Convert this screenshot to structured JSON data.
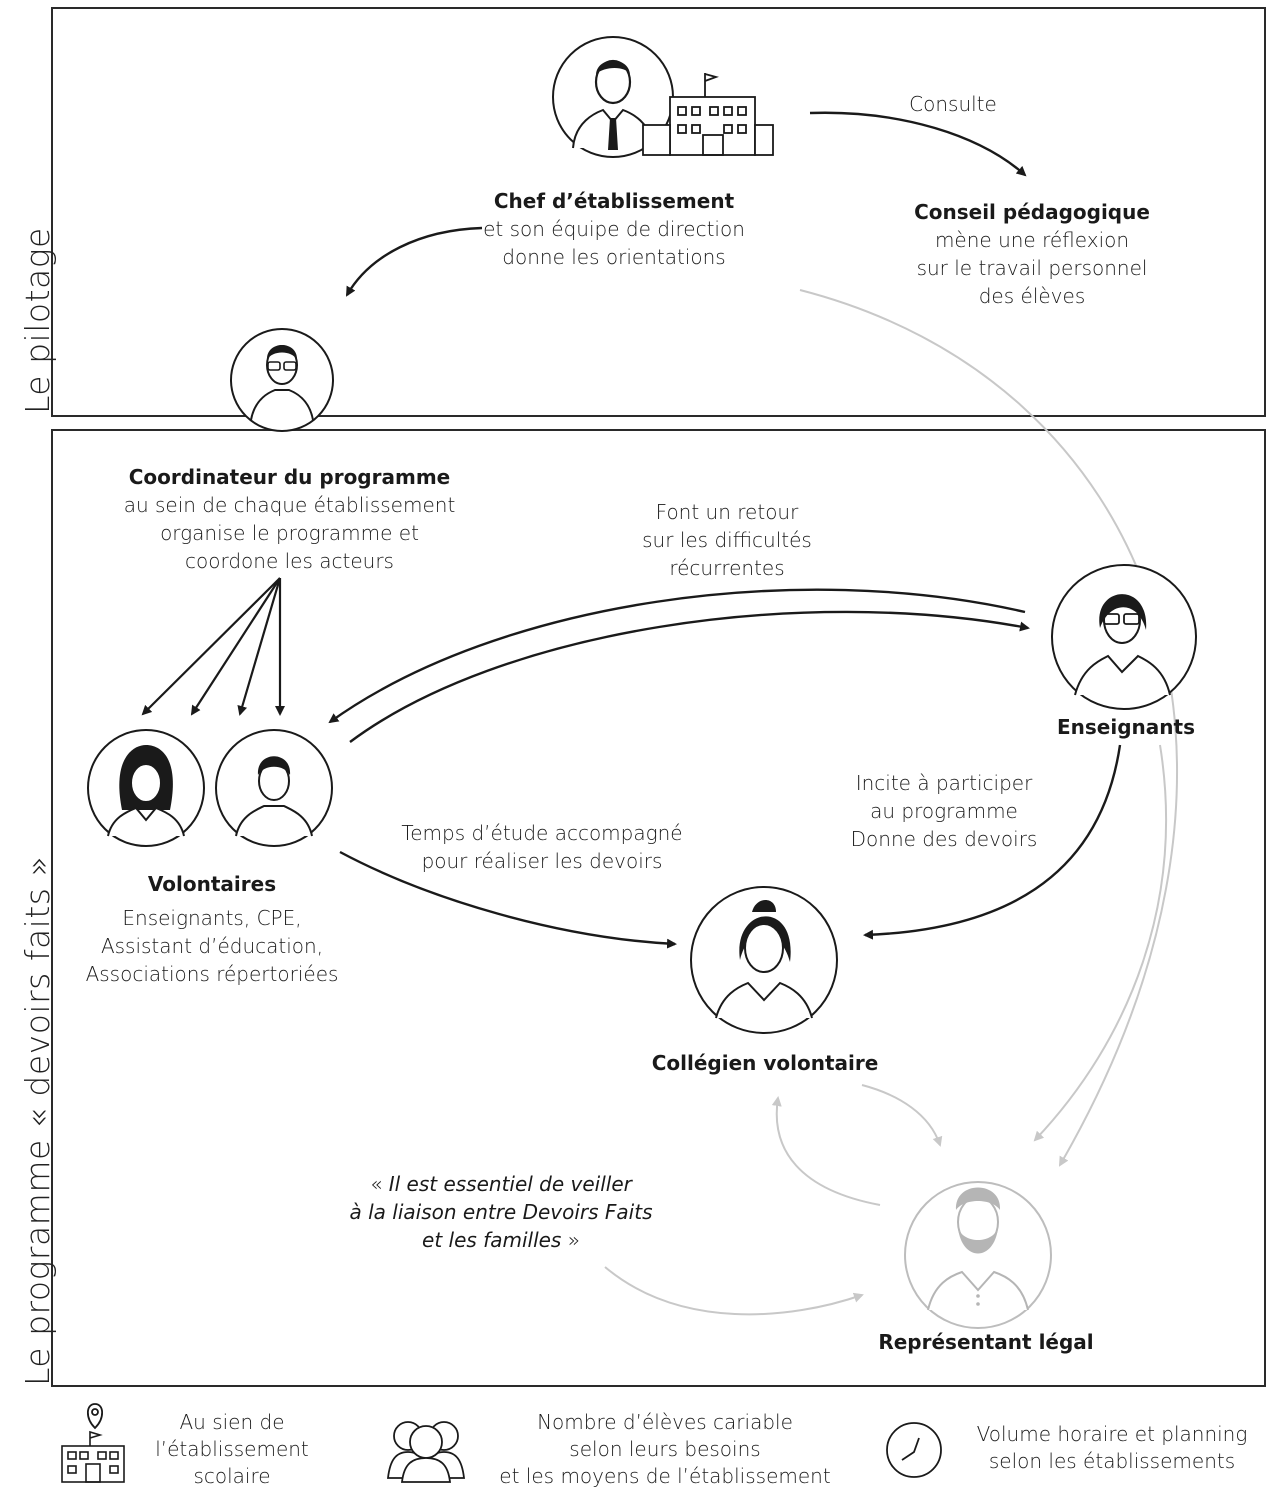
{
  "sections": {
    "pilotage": "Le pilotage",
    "programme": "Le programme « devoirs faits »"
  },
  "actors": {
    "chef": {
      "title": "Chef d’établissement",
      "lines": [
        "et son équipe de direction",
        "donne les orientations"
      ]
    },
    "conseil": {
      "title": "Conseil pédagogique",
      "lines": [
        "mène une réflexion",
        "sur le travail personnel",
        "des élèves"
      ]
    },
    "coordinateur": {
      "title": "Coordinateur du programme",
      "lines": [
        "au sein de chaque établissement",
        "organise le programme et",
        "coordone les acteurs"
      ]
    },
    "volontaires": {
      "title": "Volontaires",
      "lines": [
        "Enseignants, CPE,",
        "Assistant d’éducation,",
        "Associations répertoriées"
      ]
    },
    "enseignants": {
      "title": "Enseignants"
    },
    "collegien": {
      "title": "Collégien volontaire"
    },
    "representant": {
      "title": "Représentant légal"
    }
  },
  "relations": {
    "consulte": "Consulte",
    "retour": [
      "Font un retour",
      "sur les difficultés",
      "récurrentes"
    ],
    "temps": [
      "Temps d’étude accompagné",
      "pour réaliser les devoirs"
    ],
    "incite": [
      "Incite à participer",
      "au programme",
      "Donne des devoirs"
    ]
  },
  "quote": {
    "open": "« ",
    "lines": [
      "Il est essentiel de veiller",
      "à la liaison entre Devoirs Faits",
      "et les familles"
    ],
    "close": " »"
  },
  "legend": {
    "lieu": [
      "Au sien de",
      "l’établissement",
      "scolaire"
    ],
    "nombre": [
      "Nombre d’élèves cariable",
      "selon leurs besoins",
      "et les moyens de l’établissement"
    ],
    "volume": [
      "Volume horaire et planning",
      "selon les établissements"
    ]
  },
  "colors": {
    "line": "#1a1a1a",
    "faded": "#c8c8c8",
    "frame": "#2a2a2a"
  },
  "icons": [
    "school-building-icon",
    "location-pin-icon",
    "group-people-icon",
    "clock-icon"
  ]
}
